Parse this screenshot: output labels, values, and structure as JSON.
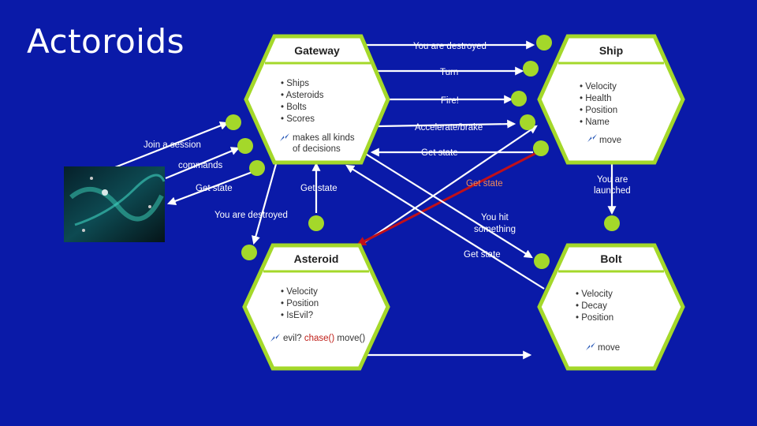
{
  "slide": {
    "title": "Actoroids"
  },
  "colors": {
    "background": "#0a1aa8",
    "node_border": "#a4d82a",
    "chase": "#c0201a",
    "red_arrow": "#c0101a"
  },
  "nodes": {
    "gateway": {
      "title": "Gateway",
      "items": [
        "Ships",
        "Asteroids",
        "Bolts",
        "Scores"
      ],
      "behavior_lines": [
        "makes all kinds",
        "of decisions"
      ]
    },
    "ship": {
      "title": "Ship",
      "items": [
        "Velocity",
        "Health",
        "Position",
        "Name"
      ],
      "behavior": "move"
    },
    "asteroid": {
      "title": "Asteroid",
      "items": [
        "Velocity",
        "Position",
        "IsEvil?"
      ],
      "behavior_prefix": "evil?",
      "behavior_chase": "chase()",
      "behavior_move": "move()"
    },
    "bolt": {
      "title": "Bolt",
      "items": [
        "Velocity",
        "Decay",
        "Position"
      ],
      "behavior": "move"
    }
  },
  "edge_labels": {
    "you_are_destroyed_top": "You are destroyed",
    "turn": "Turn",
    "fire": "Fire!",
    "accelerate": "Accelerate/brake",
    "get_state_ship": "Get state",
    "join_session": "Join a session",
    "commands": "commands",
    "get_state_client": "Get state",
    "you_are_destroyed_left": "You are destroyed",
    "get_state_asteroid": "Get state",
    "get_state_red": "Get state",
    "you_are_launched": [
      "You are",
      "launched"
    ],
    "you_hit_something": [
      "You hit",
      "something"
    ],
    "get_state_bolt": "Get state"
  },
  "icons": {
    "behavior_icon": "lightning-bolt-icon",
    "client": "game-screenshot-thumbnail"
  }
}
